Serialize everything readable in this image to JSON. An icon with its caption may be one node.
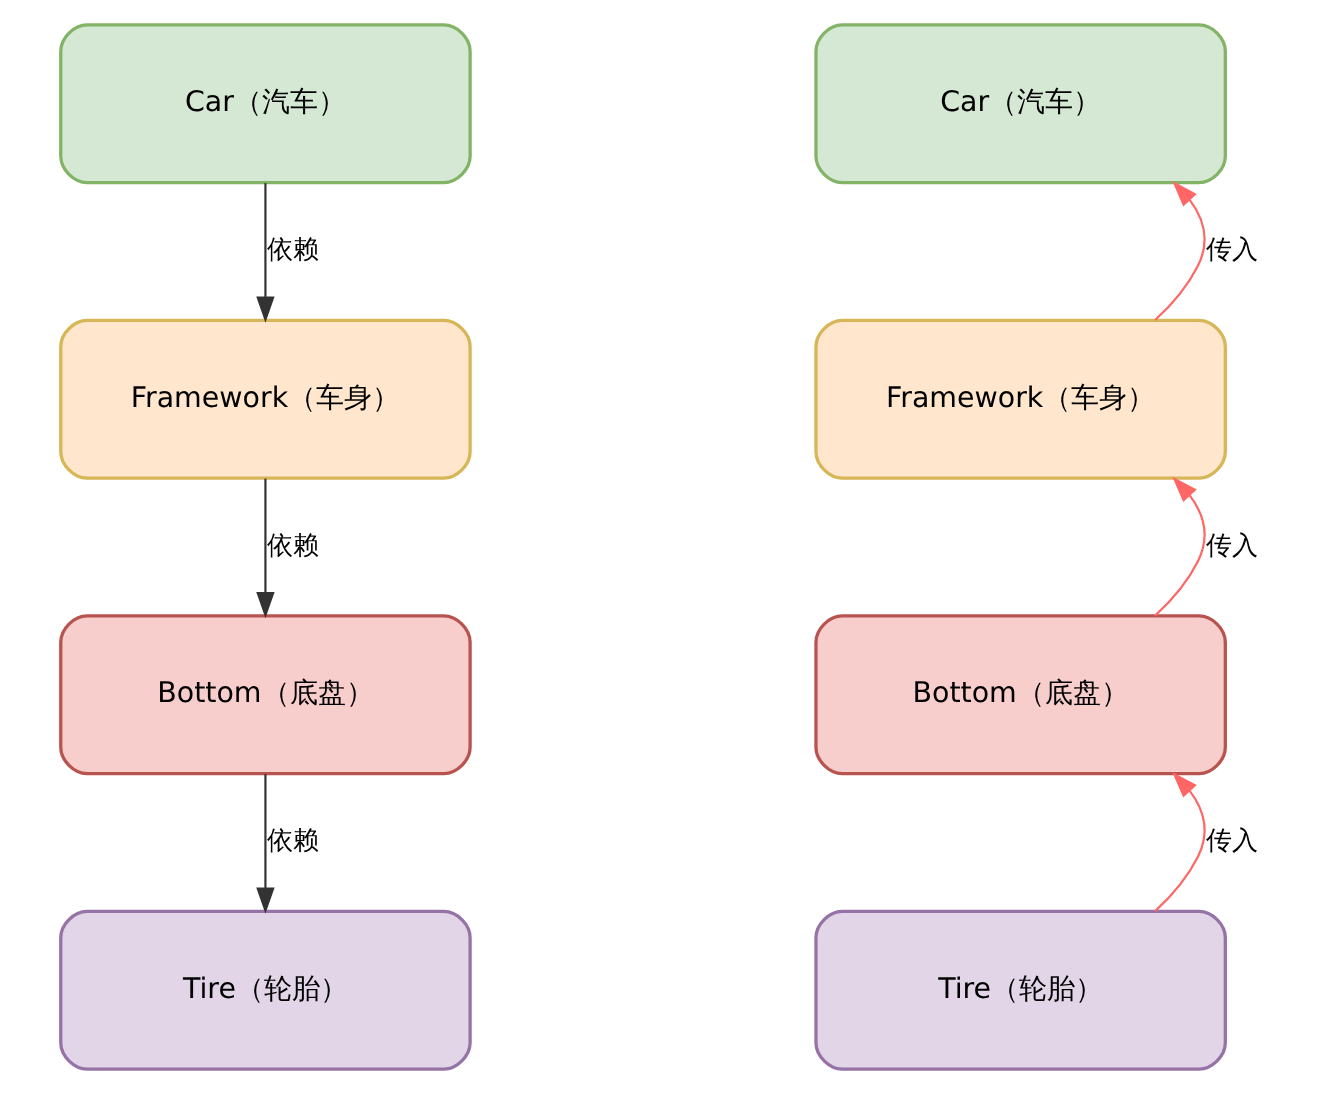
{
  "diagram": {
    "nodes": [
      {
        "text": [
          "Car（汽车）"
        ]
      },
      {
        "text": [
          "Framework（车身）"
        ]
      },
      {
        "text": [
          "Bottom（底盘）"
        ]
      },
      {
        "text": [
          "Tire（轮胎）"
        ]
      },
      {
        "text": [
          "Car（汽车）"
        ]
      },
      {
        "text": [
          "Framework（车身）"
        ]
      },
      {
        "text": [
          "Bottom（底盘）"
        ]
      },
      {
        "text": [
          "Tire（轮胎）"
        ]
      }
    ],
    "edges": [
      {
        "from": 0,
        "to": 1,
        "arrow": "to",
        "label": "依赖"
      },
      {
        "from": 1,
        "to": 2,
        "arrow": "to",
        "label": "依赖"
      },
      {
        "from": 2,
        "to": 3,
        "arrow": "to",
        "label": "依赖"
      },
      {
        "from": 7,
        "to": 6,
        "arrow": "to",
        "label": "传入",
        "color": "#ff6666"
      },
      {
        "from": 6,
        "to": 5,
        "arrow": "to",
        "label": "传入",
        "color": "#ff6666"
      },
      {
        "from": 5,
        "to": 4,
        "arrow": "to",
        "label": "传入",
        "color": "#ff6666"
      }
    ]
  }
}
